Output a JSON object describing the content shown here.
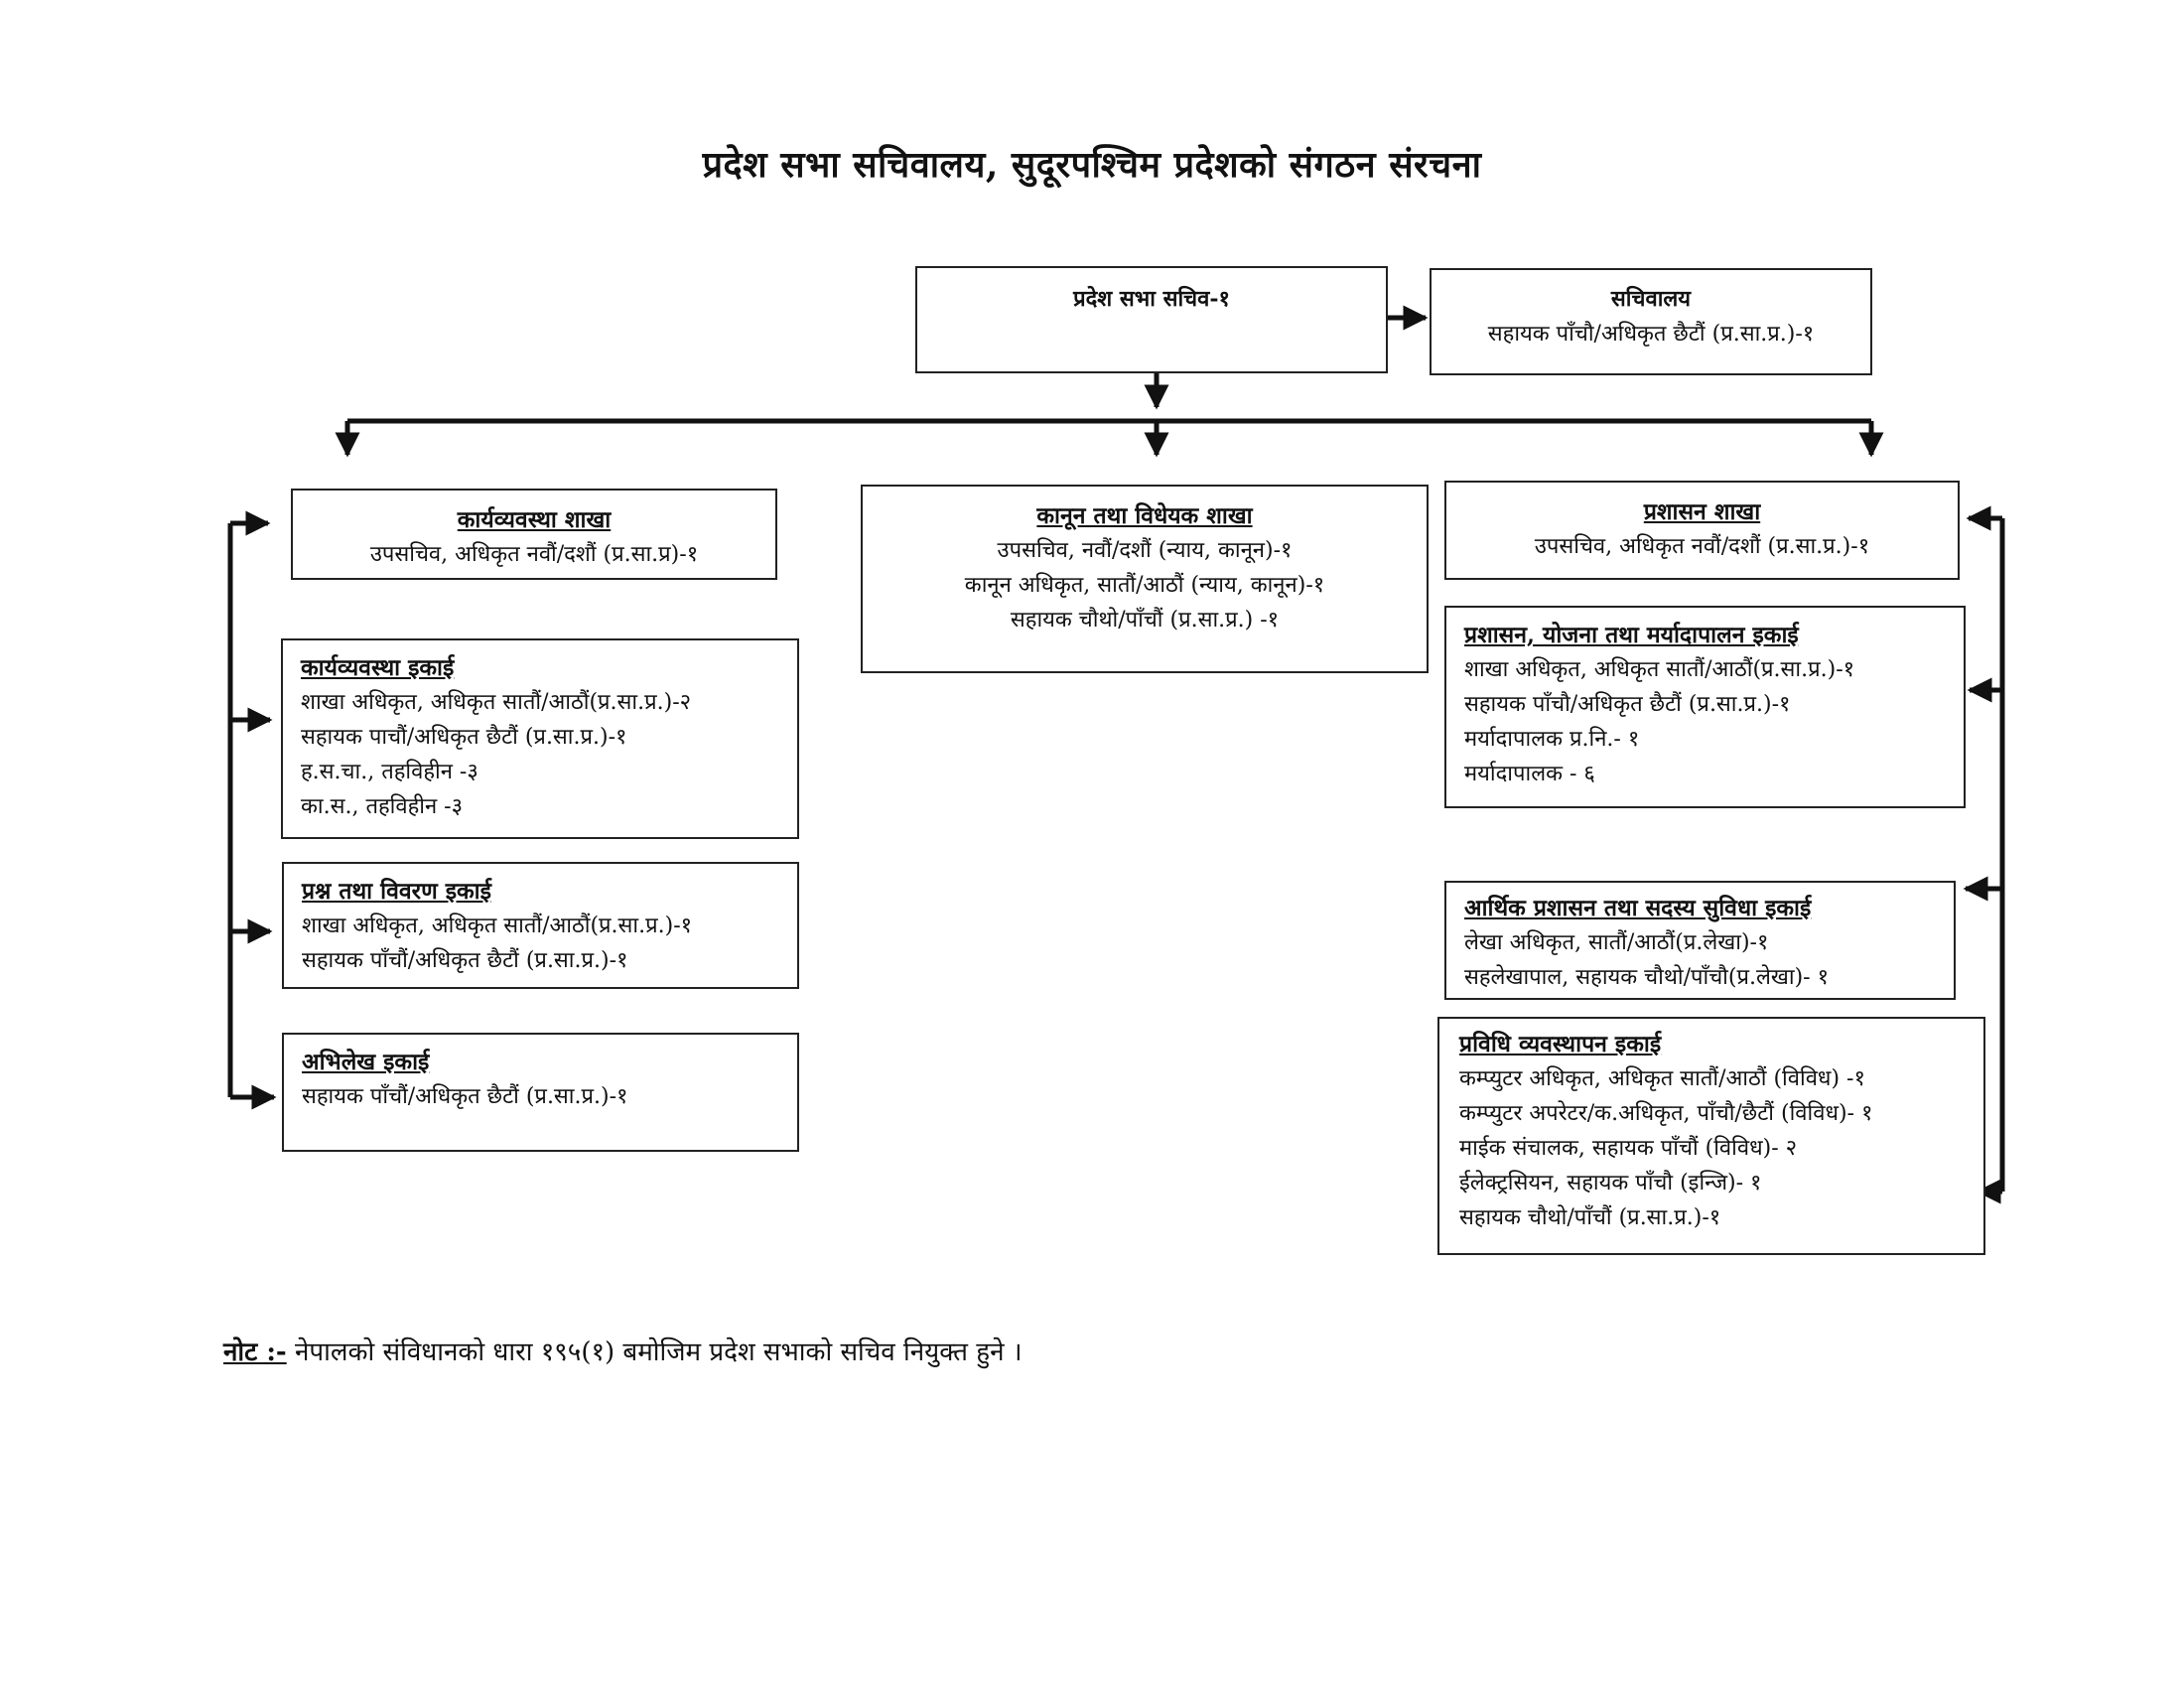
{
  "title": "प्रदेश सभा सचिवालय, सुदूरपश्चिम प्रदेशको संगठन संरचना",
  "secretary": {
    "head": "प्रदेश सभा सचिव-१"
  },
  "secretariat": {
    "head": "सचिवालय",
    "lines": [
      "सहायक पाँचौ/अधिकृत छैटौं (प्र.सा.प्र.)-१"
    ]
  },
  "branches": {
    "karyabyabastha": {
      "head": "कार्यव्यवस्था शाखा",
      "lines": [
        "उपसचिव, अधिकृत नवौं/दशौं (प्र.सा.प्र)-१"
      ]
    },
    "kanun": {
      "head": "कानून तथा विधेयक शाखा",
      "lines": [
        "उपसचिव, नवौं/दशौं (न्याय, कानून)-१",
        "कानून अधिकृत, सातौं/आठौं (न्याय, कानून)-१",
        "सहायक चौथो/पाँचौं (प्र.सा.प्र.) -१"
      ]
    },
    "prashasan": {
      "head": "प्रशासन शाखा",
      "lines": [
        "उपसचिव, अधिकृत नवौं/दशौं (प्र.सा.प्र.)-१"
      ]
    }
  },
  "left_units": {
    "karyabyabastha_ikai": {
      "head": "कार्यव्यवस्था इकाई",
      "lines": [
        "शाखा अधिकृत, अधिकृत सातौं/आठौं(प्र.सा.प्र.)-२",
        "सहायक पाचौं/अधिकृत छैटौं (प्र.सा.प्र.)-१",
        "ह.स.चा., तहविहीन -३",
        "का.स., तहविहीन -३"
      ]
    },
    "prashna_ikai": {
      "head": "प्रश्न तथा विवरण इकाई",
      "lines": [
        "शाखा अधिकृत, अधिकृत सातौं/आठौं(प्र.सा.प्र.)-१",
        "सहायक पाँचौं/अधिकृत छैटौं (प्र.सा.प्र.)-१"
      ]
    },
    "abhilekh_ikai": {
      "head": "अभिलेख इकाई",
      "lines": [
        "सहायक पाँचौं/अधिकृत छैटौं (प्र.सा.प्र.)-१"
      ]
    }
  },
  "right_units": {
    "prashasan_ikai": {
      "head": "प्रशासन, योजना तथा मर्यादापालन इकाई",
      "lines": [
        "शाखा अधिकृत, अधिकृत सातौं/आठौं(प्र.सा.प्र.)-१",
        "सहायक पाँचौ/अधिकृत छैटौं (प्र.सा.प्र.)-१",
        "मर्यादापालक प्र.नि.- १",
        "मर्यादापालक - ६"
      ]
    },
    "arthik_ikai": {
      "head": "आर्थिक प्रशासन तथा सदस्य सुविधा इकाई",
      "lines": [
        "लेखा अधिकृत, सातौं/आठौं(प्र.लेखा)-१",
        "सहलेखापाल, सहायक चौथो/पाँचौ(प्र.लेखा)- १"
      ]
    },
    "prabidhi_ikai": {
      "head": "प्रविधि व्यवस्थापन इकाई",
      "lines": [
        "कम्प्युटर अधिकृत, अधिकृत सातौं/आठौं (विविध) -१",
        "कम्प्युटर अपरेटर/क.अधिकृत, पाँचौ/छैटौं (विविध)- १",
        "माईक संचालक, सहायक पाँचौं (विविध)- २",
        "ईलेक्ट्रसियन, सहायक पाँचौ (इन्जि)- १",
        "सहायक चौथो/पाँचौं (प्र.सा.प्र.)-१"
      ]
    }
  },
  "note": {
    "label": "नोट :-",
    "text": " नेपालको संविधानको धारा १९५(१) बमोजिम प्रदेश सभाको सचिव नियुक्त हुने ।"
  }
}
